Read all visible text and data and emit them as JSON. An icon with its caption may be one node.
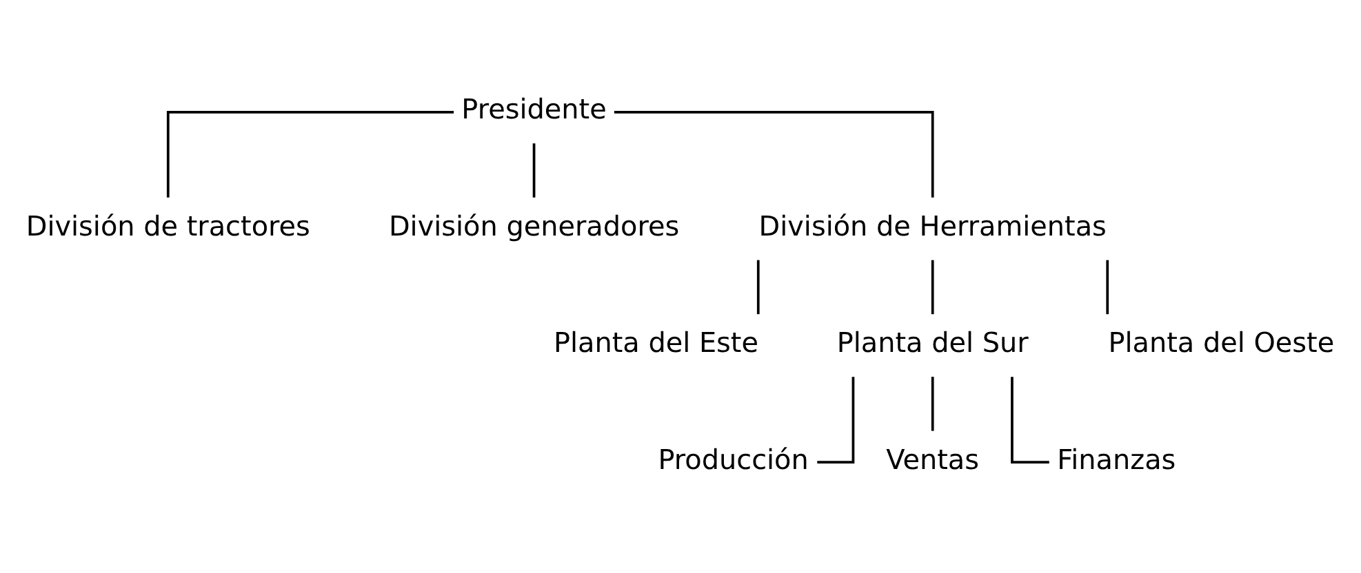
{
  "diagram": {
    "nodes": [
      {
        "text": [
          "Presidente"
        ]
      },
      {
        "text": [
          "División de tractores"
        ]
      },
      {
        "text": [
          "División generadores"
        ]
      },
      {
        "text": [
          "División de Herramientas"
        ]
      },
      {
        "text": [
          "Planta del Este"
        ]
      },
      {
        "text": [
          "Planta del Sur"
        ]
      },
      {
        "text": [
          "Planta del Oeste"
        ]
      },
      {
        "text": [
          "Producción"
        ]
      },
      {
        "text": [
          "Ventas"
        ]
      },
      {
        "text": [
          "Finanzas"
        ]
      }
    ],
    "edges": [
      {
        "from": 0,
        "to": 1,
        "arrow": "none"
      },
      {
        "from": 0,
        "to": 3,
        "arrow": "none"
      },
      {
        "from": 0,
        "to": 2,
        "arrow": "none"
      },
      {
        "from": 3,
        "to": 4,
        "arrow": "none"
      },
      {
        "from": 3,
        "to": 5,
        "arrow": "none"
      },
      {
        "from": 3,
        "to": 6,
        "arrow": "none"
      },
      {
        "from": 5,
        "to": 7,
        "arrow": "none"
      },
      {
        "from": 5,
        "to": 8,
        "arrow": "none"
      },
      {
        "from": 5,
        "to": 9,
        "arrow": "none"
      }
    ]
  }
}
